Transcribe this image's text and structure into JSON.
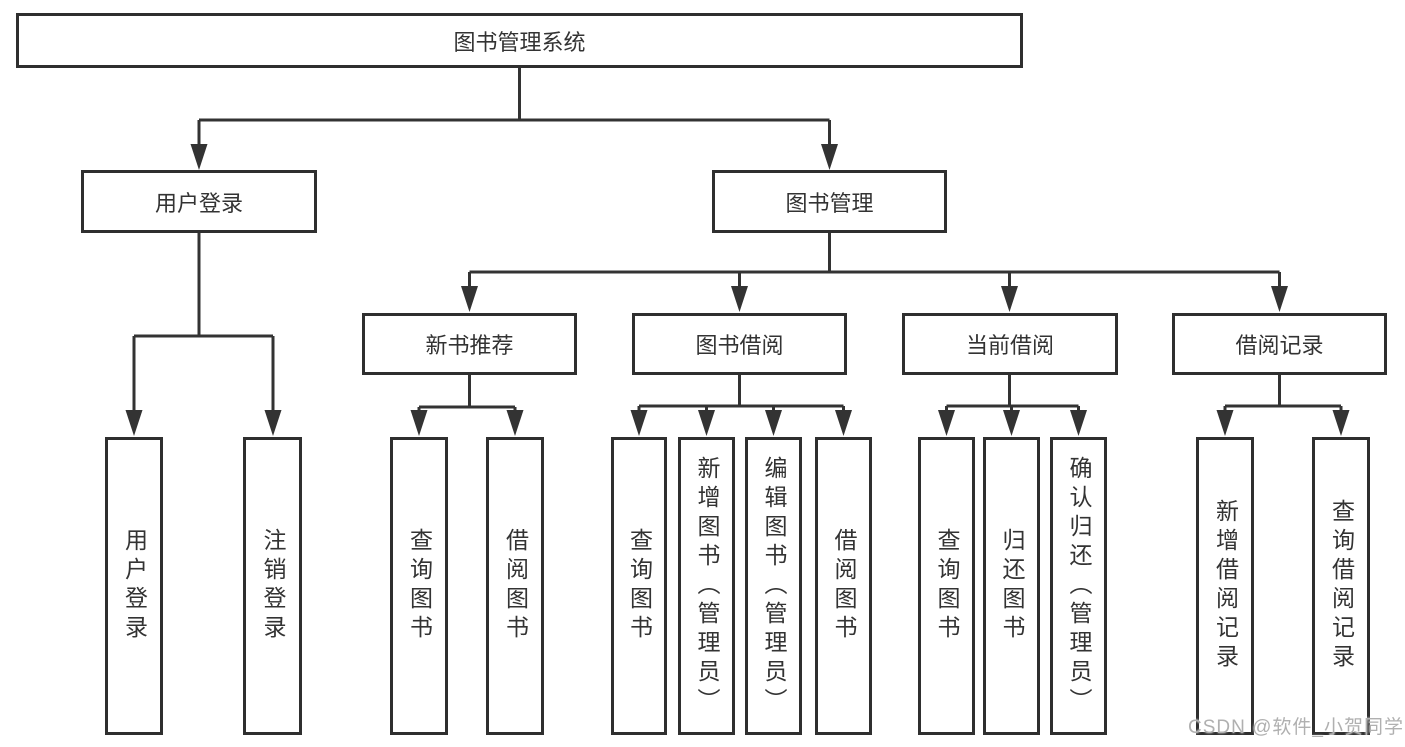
{
  "diagram": {
    "root": {
      "label": "图书管理系统"
    },
    "branches": [
      {
        "label": "用户登录",
        "children": [
          {
            "label": "用户登录"
          },
          {
            "label": "注销登录"
          }
        ]
      },
      {
        "label": "图书管理",
        "children": [
          {
            "label": "新书推荐",
            "children": [
              {
                "label": "查询图书"
              },
              {
                "label": "借阅图书"
              }
            ]
          },
          {
            "label": "图书借阅",
            "children": [
              {
                "label": "查询图书"
              },
              {
                "label": "新增图书（管理员）"
              },
              {
                "label": "编辑图书（管理员）"
              },
              {
                "label": "借阅图书"
              }
            ]
          },
          {
            "label": "当前借阅",
            "children": [
              {
                "label": "查询图书"
              },
              {
                "label": "归还图书"
              },
              {
                "label": "确认归还（管理员）"
              }
            ]
          },
          {
            "label": "借阅记录",
            "children": [
              {
                "label": "新增借阅记录"
              },
              {
                "label": "查询借阅记录"
              }
            ]
          }
        ]
      }
    ]
  },
  "watermark": {
    "text": "CSDN @软件_小贺同学"
  },
  "colors": {
    "line": "#333333",
    "box_border": "#2f2f2f",
    "text": "#333333",
    "watermark": "#b0b0b0",
    "background": "#ffffff"
  }
}
